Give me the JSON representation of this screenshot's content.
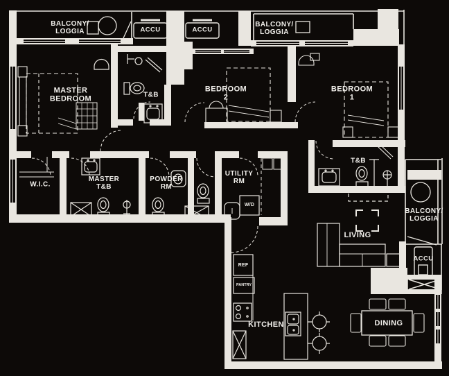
{
  "title": "Three-bedroom unit floor plan",
  "colors": {
    "background": "#0d0a08",
    "wall": "#e9e6e0",
    "text": "#f2f0ec"
  },
  "labels": {
    "balcony_top_left": "BALCONY/\nLOGGIA",
    "balcony_top_right": "BALCONY/\nLOGGIA",
    "balcony_right": "BALCONY/\nLOGGIA",
    "accu_1": "ACCU",
    "accu_2": "ACCU",
    "accu_3": "ACCU",
    "master_bedroom": "MASTER\nBEDROOM",
    "tb_shared": "T&B",
    "bedroom_2": "BEDROOM\n2",
    "bedroom_1": "BEDROOM\n1",
    "tb_bedroom_1": "T&B",
    "wic": "W.I.C.",
    "master_tb": "MASTER\nT&B",
    "powder_rm": "POWDER\nRM",
    "utility_rm": "UTILITY\nRM",
    "wd": "W/D",
    "living": "LIVING",
    "ref": "REF",
    "pantry": "PANTRY",
    "kitchen": "KITCHEN",
    "dining": "DINING"
  }
}
